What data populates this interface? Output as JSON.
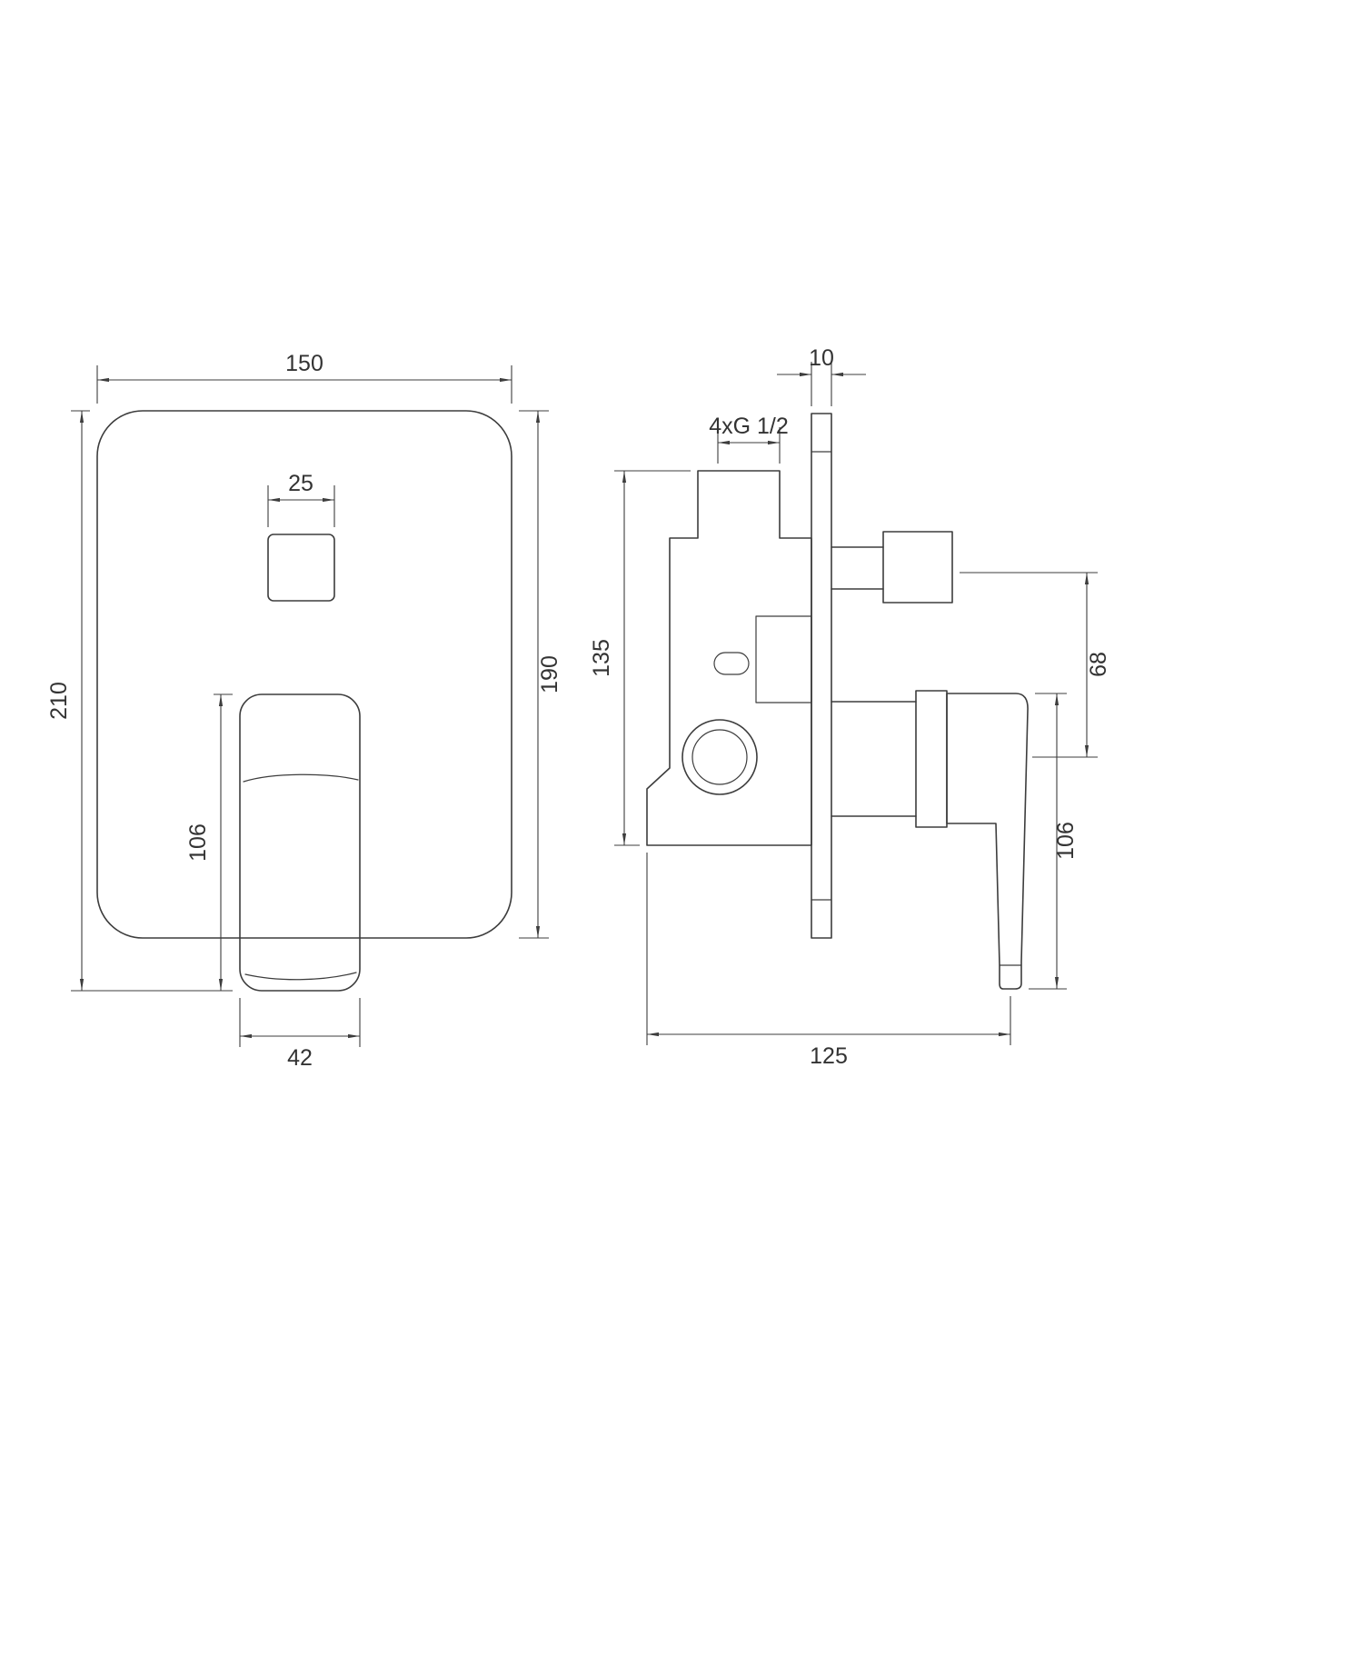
{
  "colors": {
    "line": "#3d3d3d",
    "text": "#333333",
    "background": "#ffffff"
  },
  "front_view": {
    "width": "150",
    "total_height": "210",
    "plate_height": "190",
    "button_size": "25",
    "handle_length": "106",
    "handle_width": "42"
  },
  "side_view": {
    "plate_thickness": "10",
    "thread": "4xG 1/2",
    "body_height": "135",
    "outlet_offset": "68",
    "handle_length": "106",
    "depth": "125"
  }
}
